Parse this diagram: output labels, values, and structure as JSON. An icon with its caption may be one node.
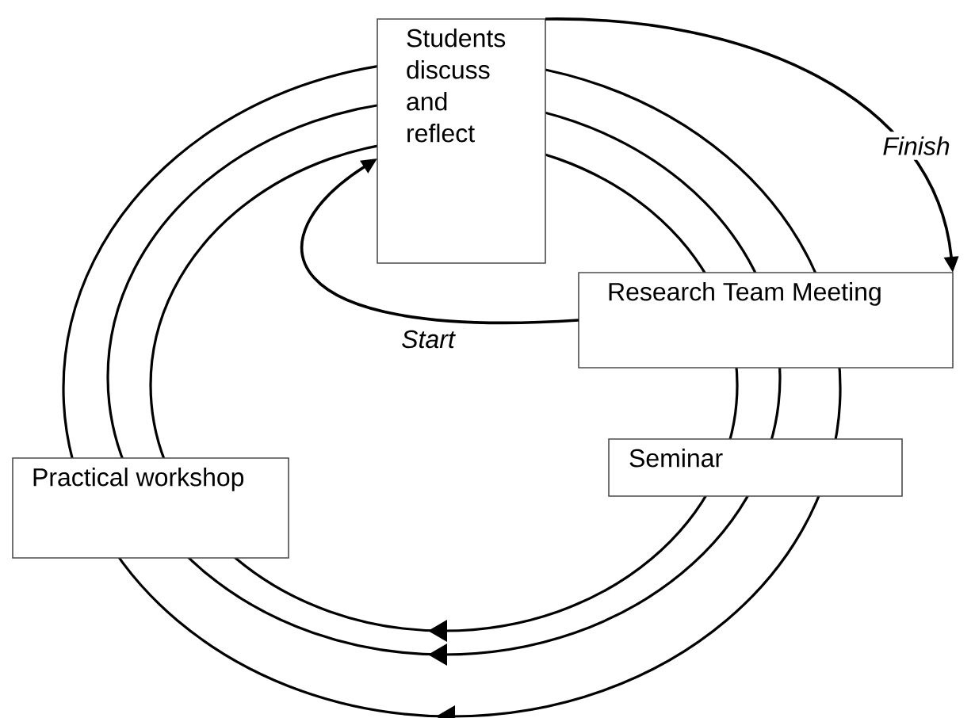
{
  "diagram": {
    "nodes": [
      {
        "text": [
          "Students discuss and reflect"
        ]
      },
      {
        "text": [
          "Research Team Meeting"
        ]
      },
      {
        "text": [
          "Seminar"
        ]
      },
      {
        "text": [
          "Practical workshop"
        ]
      }
    ],
    "edges": [
      {
        "from": 1,
        "to": 0,
        "arrow": "to",
        "label": "Start"
      },
      {
        "from": 0,
        "to": 1,
        "arrow": "to",
        "label": "Finish"
      }
    ]
  }
}
